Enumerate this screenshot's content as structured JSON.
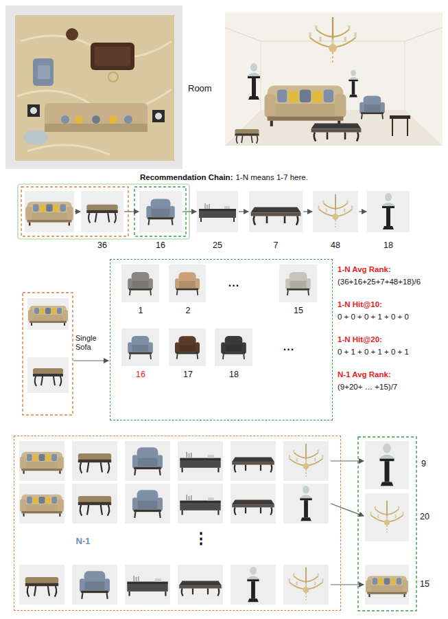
{
  "diagram": {
    "nodes": [
      {
        "text": [
          "1",
          "2",
          "...",
          "15",
          "16",
          "17",
          "18",
          "..."
        ]
      },
      {
        "text": [
          "N-1",
          "⋮"
        ]
      }
    ],
    "labels": [
      "Room",
      "Recommendation Chain:",
      "1-N means 1-7 here.",
      "36",
      "16",
      "25",
      "7",
      "48",
      "18",
      "Single Sofa",
      "1-N Avg Rank:",
      "(36+16+25+7+48+18)/6",
      "1-N Hit@10:",
      "0 + 0 + 0 + 1 + 0 + 0",
      "1-N Hit@20:",
      "0 + 1 + 0 + 1 + 0 + 1",
      "N-1 Avg Rank:",
      "(9+20+ … +15)/7",
      "9",
      "20",
      "15"
    ]
  }
}
